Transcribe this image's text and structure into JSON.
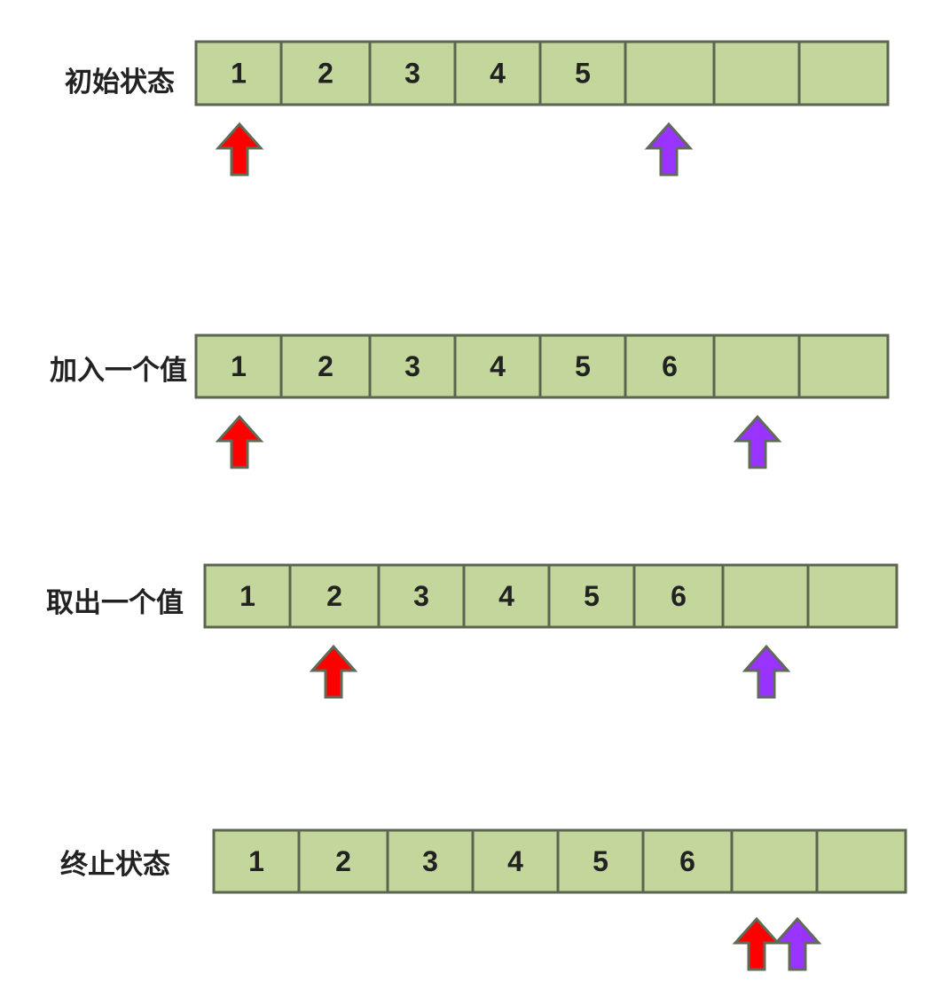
{
  "colors": {
    "cell_fill": "#c3d69b",
    "cell_border": "#5a6650",
    "head_pointer": "#ff0000",
    "tail_pointer": "#9933ff",
    "arrow_outline": "#5f6b56",
    "text": "#222222"
  },
  "icons": {
    "head_pointer": "red-up-arrow-icon",
    "tail_pointer": "purple-up-arrow-icon"
  },
  "rows": [
    {
      "label": "初始状态",
      "cells": [
        "1",
        "2",
        "3",
        "4",
        "5",
        "",
        "",
        ""
      ],
      "head_index": 0,
      "tail_index": 5
    },
    {
      "label": "加入一个值",
      "cells": [
        "1",
        "2",
        "3",
        "4",
        "5",
        "6",
        "",
        ""
      ],
      "head_index": 0,
      "tail_index": 6
    },
    {
      "label": "取出一个值",
      "cells": [
        "1",
        "2",
        "3",
        "4",
        "5",
        "6",
        "",
        ""
      ],
      "head_index": 1,
      "tail_index": 6
    },
    {
      "label": "终止状态",
      "cells": [
        "1",
        "2",
        "3",
        "4",
        "5",
        "6",
        "",
        ""
      ],
      "head_index": 6,
      "tail_index": 6
    }
  ]
}
